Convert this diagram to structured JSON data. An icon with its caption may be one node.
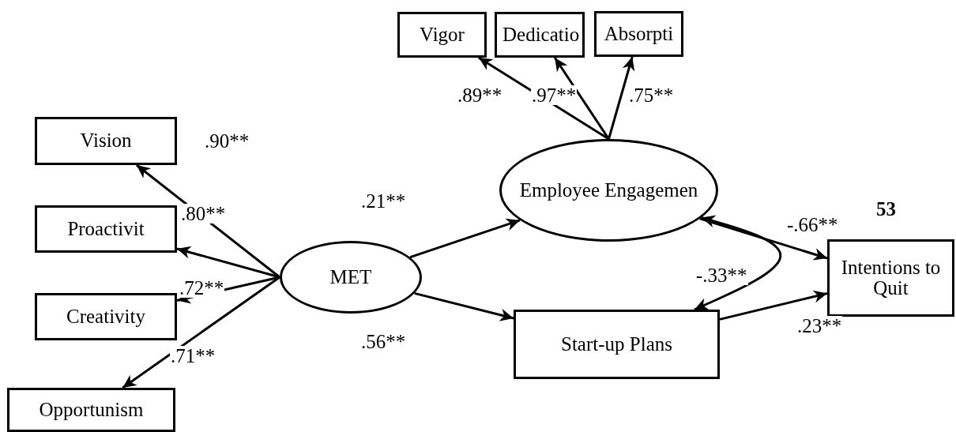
{
  "diagram": {
    "nodes": [
      {
        "text": [
          "Vigor"
        ]
      },
      {
        "text": [
          "Dedicatio"
        ]
      },
      {
        "text": [
          "Absorpti"
        ]
      },
      {
        "text": [
          "Vision"
        ]
      },
      {
        "text": [
          "Proactivit"
        ]
      },
      {
        "text": [
          "Creativity"
        ]
      },
      {
        "text": [
          "Opportunism"
        ]
      },
      {
        "text": [
          "MET"
        ]
      },
      {
        "text": [
          "Employee Engagemen"
        ]
      },
      {
        "text": [
          "Start-up Plans"
        ]
      },
      {
        "text": [
          "Intentions to Quit"
        ]
      }
    ],
    "edges": [
      {
        "from": 7,
        "to": 3,
        "arrow": "to",
        "label": ".90**"
      },
      {
        "from": 7,
        "to": 4,
        "arrow": "to",
        "label": ".80**"
      },
      {
        "from": 7,
        "to": 5,
        "arrow": "to",
        "label": ".72**"
      },
      {
        "from": 7,
        "to": 6,
        "arrow": "to",
        "label": ".71**"
      },
      {
        "from": 7,
        "to": 8,
        "arrow": "to",
        "label": ".21**"
      },
      {
        "from": 7,
        "to": 9,
        "arrow": "to",
        "label": ".56**"
      },
      {
        "from": 8,
        "to": 0,
        "arrow": "to",
        "label": ".89**"
      },
      {
        "from": 8,
        "to": 1,
        "arrow": "to",
        "label": ".97**"
      },
      {
        "from": 8,
        "to": 2,
        "arrow": "to",
        "label": ".75**"
      },
      {
        "from": 8,
        "to": 10,
        "arrow": "to",
        "label": "-.66**"
      },
      {
        "from": 9,
        "to": 10,
        "arrow": "to",
        "label": ".23**"
      },
      {
        "from": 8,
        "to": 9,
        "arrow": "both",
        "label": "-.33**"
      }
    ],
    "labels": [
      "53"
    ]
  }
}
